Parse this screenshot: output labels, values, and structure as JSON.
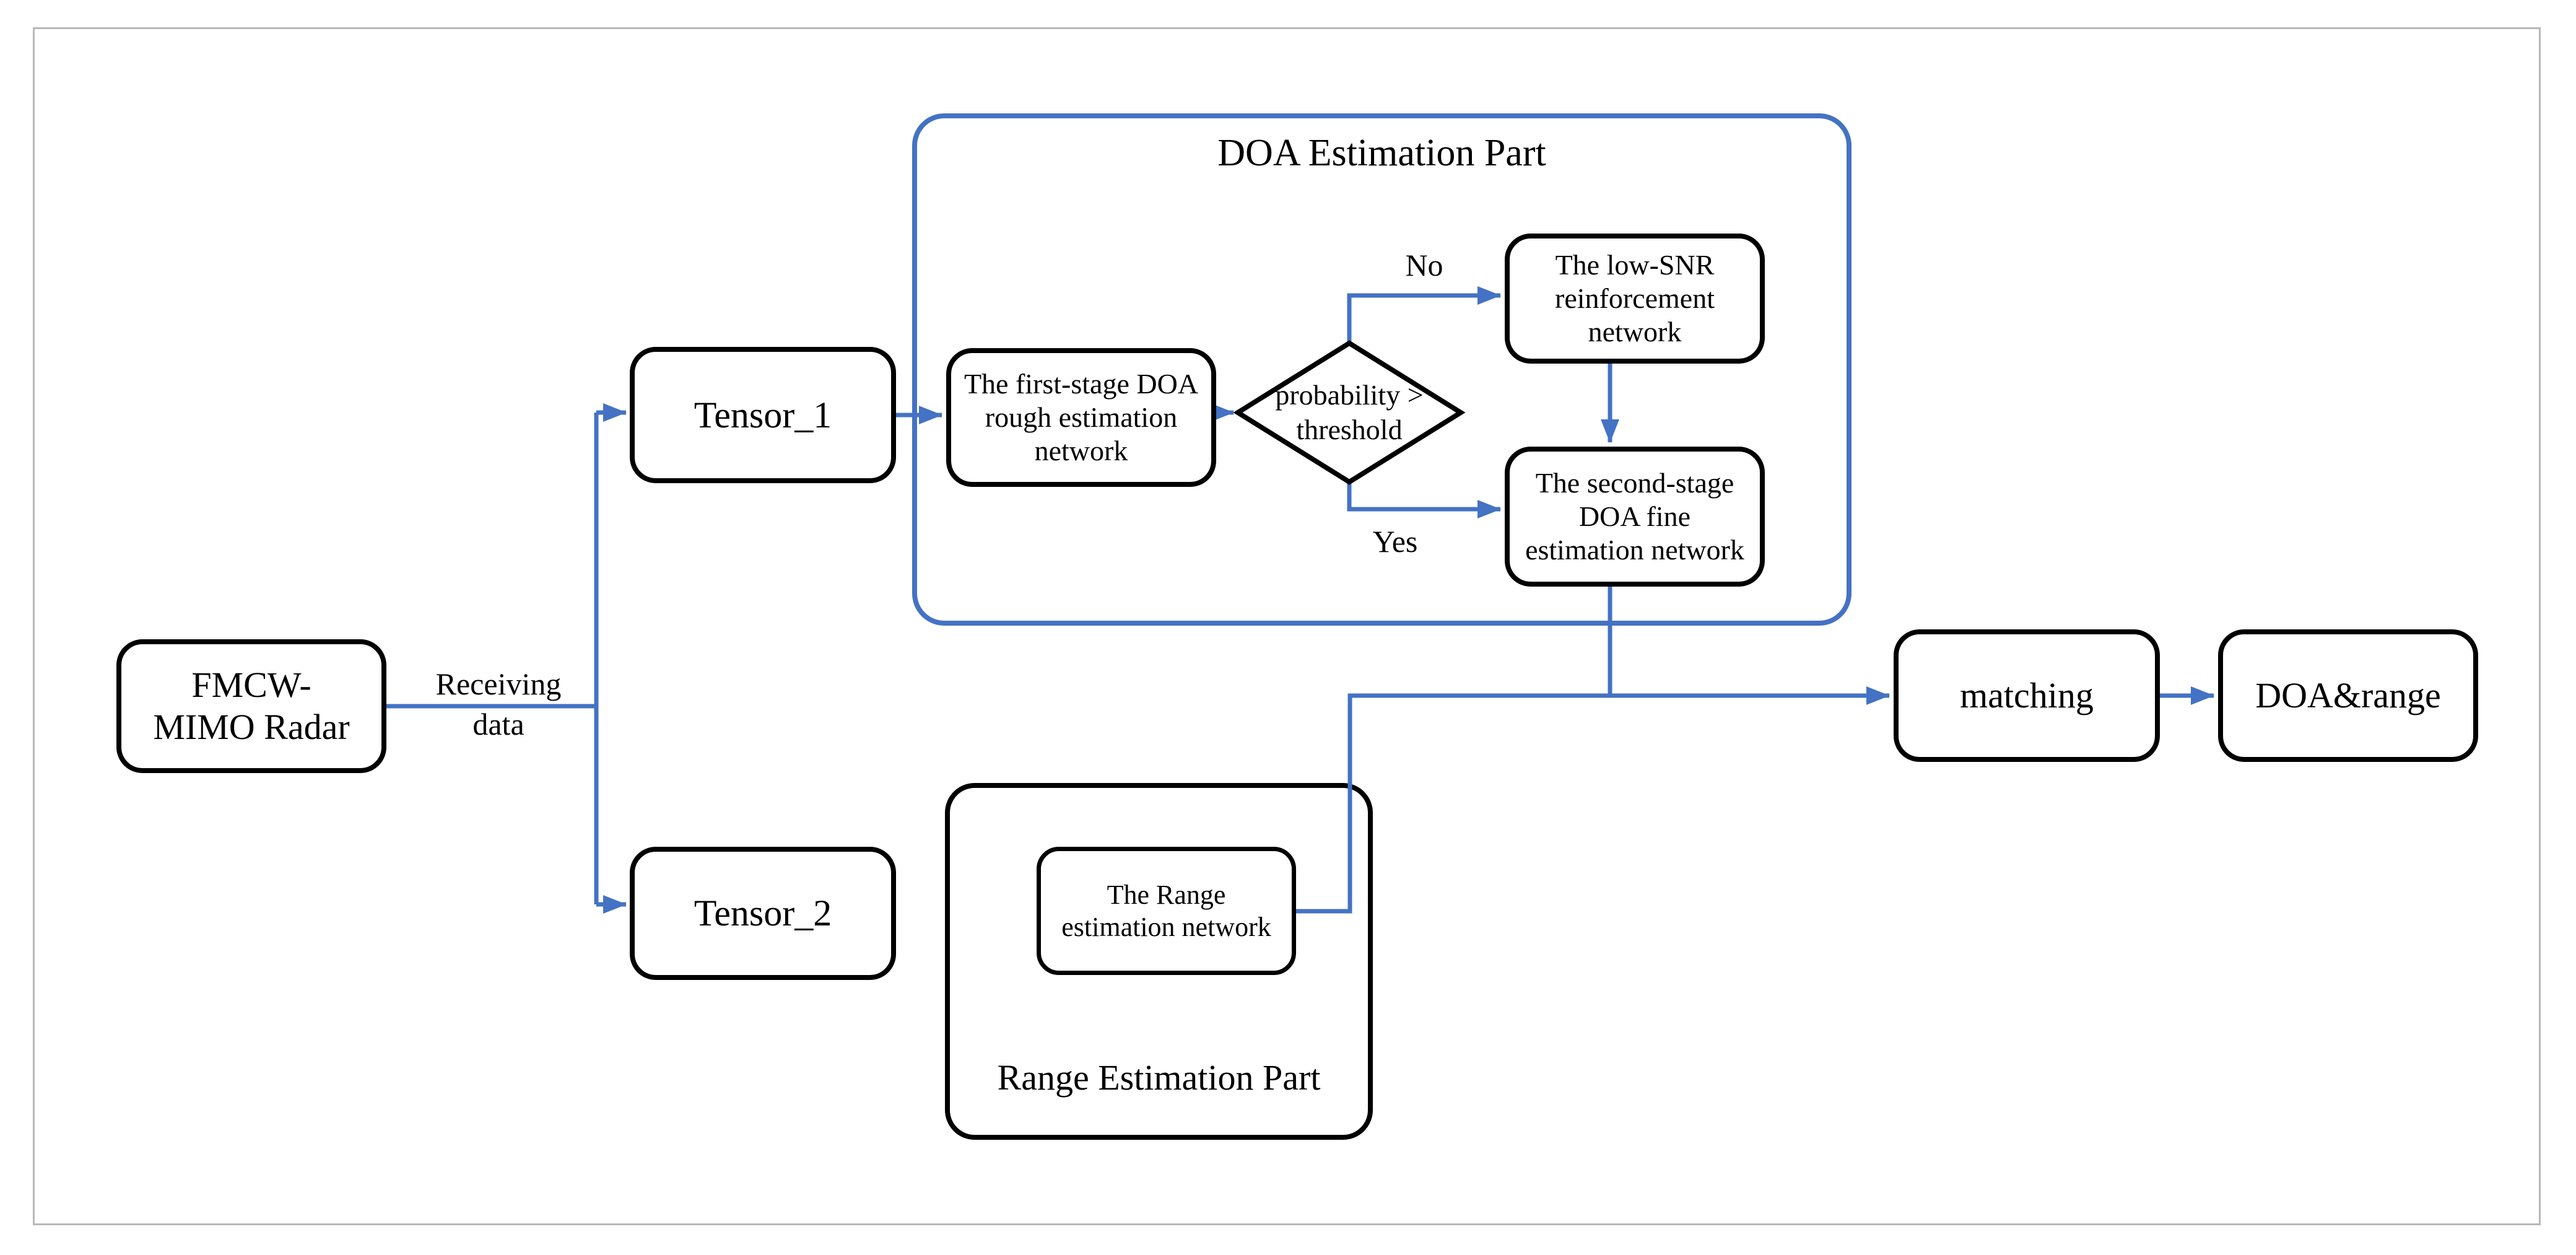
{
  "figure": {
    "type": "flowchart",
    "description": "FMCW-MIMO radar DOA and range estimation processing pipeline"
  },
  "colors": {
    "connector_blue": "#4472C4",
    "node_border_black": "#000000",
    "frame_gray": "#b8b8b8",
    "background": "#ffffff"
  },
  "containers": {
    "doa_part_title": "DOA Estimation Part",
    "range_part_title": "Range Estimation Part"
  },
  "nodes": {
    "fmcw": "FMCW-\nMIMO Radar",
    "tensor1": "Tensor_1",
    "tensor2": "Tensor_2",
    "first_stage": "The first-stage DOA\nrough estimation\nnetwork",
    "decision": "probability >\nthreshold",
    "low_snr": "The low-SNR\nreinforcement\nnetwork",
    "second_stage": "The second-stage\nDOA fine\nestimation network",
    "range_est": "The Range\nestimation network",
    "matching": "matching",
    "output": "DOA&range"
  },
  "edge_labels": {
    "receiving": "Receiving\ndata",
    "no": "No",
    "yes": "Yes"
  }
}
